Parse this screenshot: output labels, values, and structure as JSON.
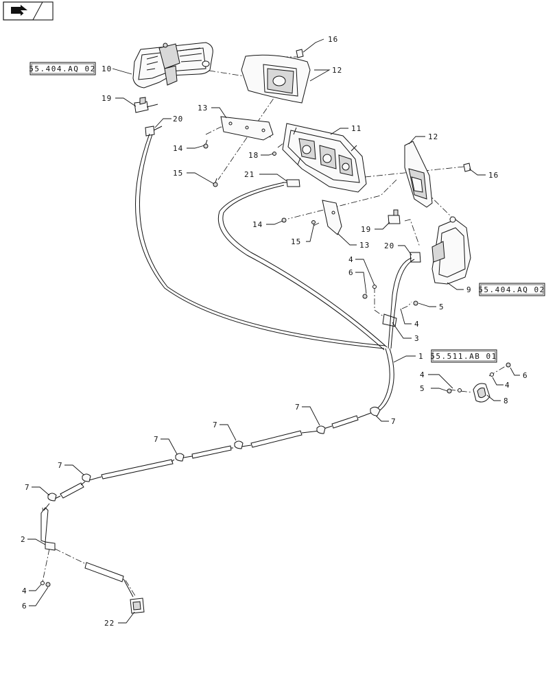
{
  "nav_icon": "next-page-arrow-icon",
  "ref_boxes": [
    {
      "id": "ref-box-left-light",
      "text": "55.404.AQ 02"
    },
    {
      "id": "ref-box-right-light",
      "text": "55.404.AQ 02"
    },
    {
      "id": "ref-box-harness",
      "text": "55.511.AB 01"
    }
  ],
  "callouts": {
    "c10": "10",
    "c12a": "12",
    "c16a": "16",
    "c19a": "19",
    "c20a": "20",
    "c13a": "13",
    "c14a": "14",
    "c15a": "15",
    "c18": "18",
    "c11": "11",
    "c21": "21",
    "c12b": "12",
    "c16b": "16",
    "c14b": "14",
    "c15b": "15",
    "c13b": "13",
    "c19b": "19",
    "c20b": "20",
    "c4a": "4",
    "c6a": "6",
    "c9": "9",
    "c5a": "5",
    "c4b": "4",
    "c3": "3",
    "c1": "1",
    "c4c": "4",
    "c5b": "5",
    "c4d": "4",
    "c6b": "6",
    "c8": "8",
    "c7a": "7",
    "c7b": "7",
    "c7c": "7",
    "c7d": "7",
    "c7e": "7",
    "c7f": "7",
    "c2": "2",
    "c4e": "4",
    "c6c": "6",
    "c22": "22"
  }
}
